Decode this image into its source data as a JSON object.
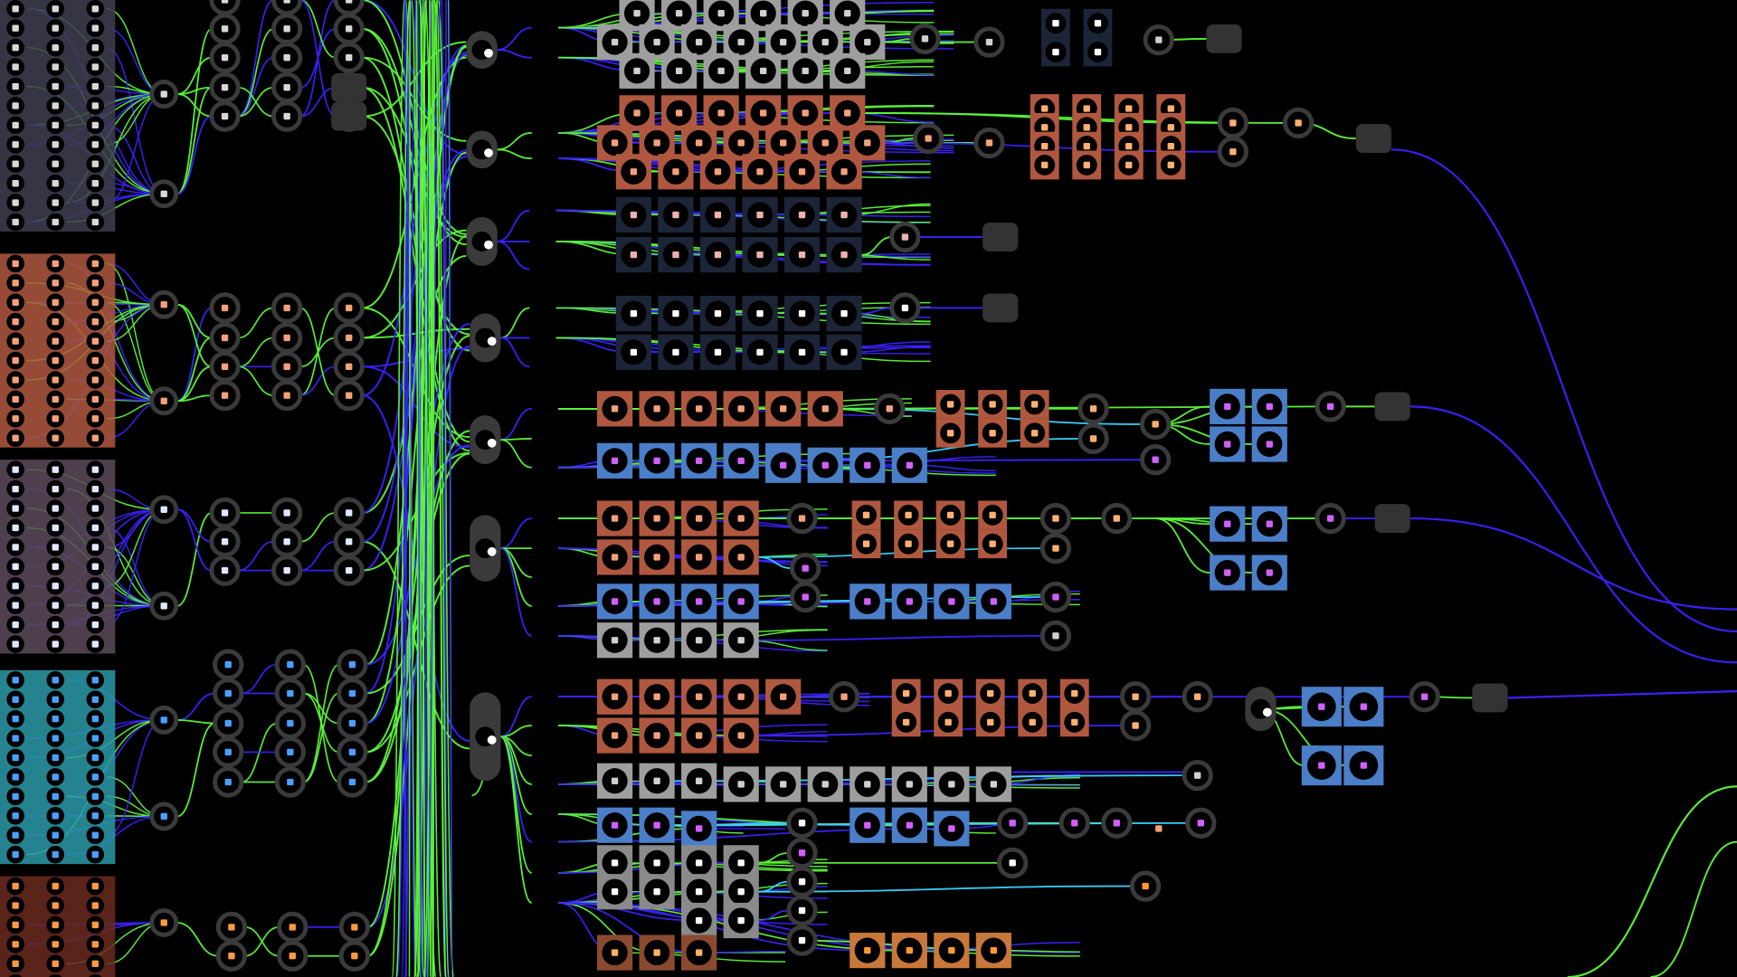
{
  "view": {
    "type": "node-graph",
    "background": "#000000"
  },
  "palette": {
    "link_green": "#5cf53a",
    "link_blue": "#3a22ff",
    "link_cyan": "#3ad0ff",
    "node_shell": "#3a3a3a",
    "node_core": "#000000",
    "sink": "#333333"
  },
  "groups": [
    {
      "id": "iron",
      "fill": "#9e9e9e",
      "icon": "#d0d0d0",
      "icon_name": "plate-icon"
    },
    {
      "id": "copper",
      "fill": "#b0583f",
      "icon": "#f4a07a",
      "icon_name": "plate-icon"
    },
    {
      "id": "dark",
      "fill": "#1c2438",
      "icon": "#f0b0b0",
      "icon_name": "plate-icon"
    },
    {
      "id": "navy",
      "fill": "#1c2438",
      "icon": "#ffffff",
      "icon_name": "plate-icon"
    },
    {
      "id": "blue",
      "fill": "#4a7ec8",
      "icon": "#d060ff",
      "icon_name": "circuit-icon"
    },
    {
      "id": "grey-dark",
      "fill": "#8a8a8a",
      "icon": "#ffffff",
      "icon_name": "gear-icon"
    },
    {
      "id": "amber",
      "fill": "#c8783a",
      "icon": "#ff9a30",
      "icon_name": "flame-icon"
    },
    {
      "id": "brown",
      "fill": "#8a4a30",
      "icon": "#ffb060",
      "icon_name": "ore-icon"
    },
    {
      "id": "left-grey",
      "fill": "#3e3e50",
      "icon": "#d8d8d8",
      "icon_name": "ore-icon"
    },
    {
      "id": "left-copper",
      "fill": "#b0583f",
      "icon": "#f4a07a",
      "icon_name": "ore-icon"
    },
    {
      "id": "left-stone",
      "fill": "#5a4a58",
      "icon": "#e0e8ff",
      "icon_name": "stone-icon"
    },
    {
      "id": "left-teal",
      "fill": "#2a9aa8",
      "icon": "#4aa0ff",
      "icon_name": "circuit-icon"
    },
    {
      "id": "left-red",
      "fill": "#6a2a20",
      "icon": "#ff9a40",
      "icon_name": "coal-icon"
    },
    {
      "id": "copper-dots",
      "fill": "#b0583f",
      "icon": "#ffb070",
      "icon_name": "wire-icon"
    }
  ]
}
